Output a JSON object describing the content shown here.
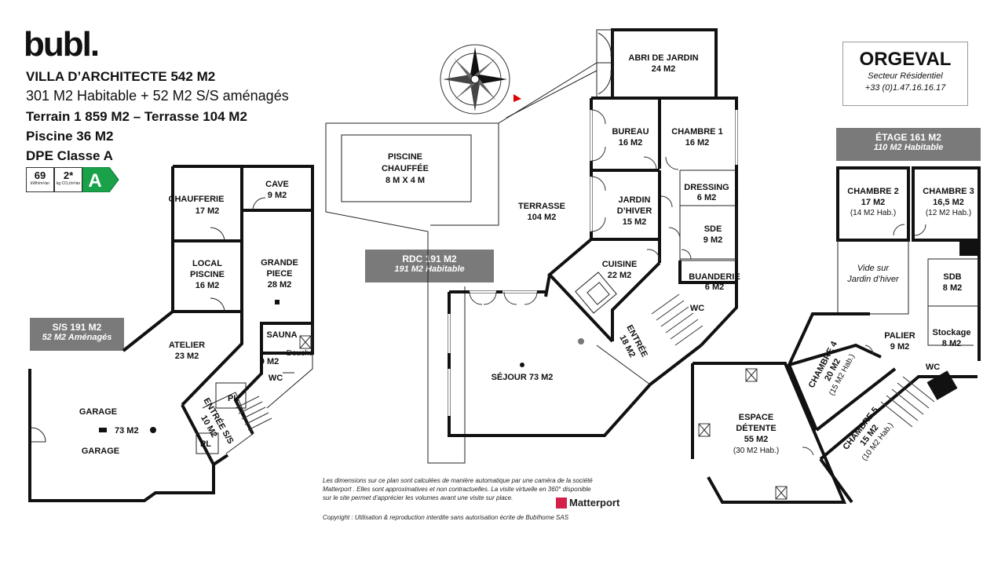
{
  "logo": "bubl.",
  "header": {
    "line1": "VILLA D’ARCHITECTE 542 M2",
    "line2": "301 M2 Habitable + 52 M2 S/S aménagés",
    "line3": "Terrain 1 859 M2 – Terrasse 104 M2",
    "line4": "Piscine 36 M2",
    "line5": "DPE Classe A"
  },
  "dpe": {
    "energy": "69",
    "energy_unit": "kWh/m²/an",
    "ges": "2*",
    "ges_unit": "kg CO₂/m²/an",
    "class": "A",
    "class_color": "#1aa24a"
  },
  "location": {
    "city": "ORGEVAL",
    "sector": "Secteur Résidentiel",
    "phone": "+33 (0)1.47.16.16.17"
  },
  "levels": {
    "ss": {
      "title": "S/S 191 M2",
      "sub": "52 M2 Aménagés"
    },
    "rdc": {
      "title": "RDC 191 M2",
      "sub": "191 M2 Habitable"
    },
    "etage": {
      "title": "ÉTAGE 161 M2",
      "sub": "110 M2 Habitable"
    }
  },
  "rooms": {
    "chaufferie": [
      "CHAUFFERIE",
      "17 M2"
    ],
    "cave": [
      "CAVE",
      "9 M2"
    ],
    "local": [
      "LOCAL",
      "PISCINE",
      "16 M2"
    ],
    "grande": [
      "GRANDE",
      "PIECE",
      "28 M2"
    ],
    "atelier": [
      "ATELIER",
      "23 M2"
    ],
    "sauna": "SAUNA",
    "sauna_area": "9 M2",
    "douche": "Douche",
    "wc": "WC",
    "pl": "PL",
    "garage": "GARAGE",
    "garage_area": "73 M2",
    "entree_ss": [
      "ENTRÉE S/S",
      "10 M2"
    ],
    "piscine": [
      "PISCINE",
      "CHAUFFÉE",
      "8 M X 4 M"
    ],
    "terrasse": [
      "TERRASSE",
      "104 M2"
    ],
    "abri": [
      "ABRI DE JARDIN",
      "24 M2"
    ],
    "bureau": [
      "BUREAU",
      "16 M2"
    ],
    "chambre1": [
      "CHAMBRE 1",
      "16 M2"
    ],
    "dressing": [
      "DRESSING",
      "6 M2"
    ],
    "jardin": [
      "JARDIN",
      "D’HIVER",
      "15 M2"
    ],
    "sde": [
      "SDE",
      "9 M2"
    ],
    "cuisine": [
      "CUISINE",
      "22 M2"
    ],
    "buanderie": [
      "BUANDERIE",
      "6 M2"
    ],
    "entree_rdc": [
      "ENTRÉE",
      "18 M2"
    ],
    "sejour": "SÉJOUR 73 M2",
    "chambre2": [
      "CHAMBRE 2",
      "17 M2",
      "(14 M2 Hab.)"
    ],
    "chambre3": [
      "CHAMBRE 3",
      "16,5 M2",
      "(12 M2 Hab.)"
    ],
    "vide": [
      "Vide sur",
      "Jardin d’hiver"
    ],
    "sdb": [
      "SDB",
      "8 M2"
    ],
    "palier": [
      "PALIER",
      "9 M2"
    ],
    "stockage": [
      "Stockage",
      "8 M2"
    ],
    "chambre4": [
      "CHAMBRE 4",
      "20 M2",
      "(15 M2 Hab.)"
    ],
    "chambre5": [
      "CHAMBRE 5",
      "15 M2",
      "(10 M2 Hab.)"
    ],
    "espace": [
      "ESPACE",
      "DÉTENTE",
      "55 M2",
      "(30 M2 Hab.)"
    ]
  },
  "disclaimer": {
    "l1": "Les dimensions sur ce plan sont calculées de manière automatique par une caméra de la société",
    "l2": "Matterport . Elles sont approximatives et non contractuelles. La visite virtuelle en 360° disponible",
    "l3": "sur le site permet d’apprécier les volumes avant une visite sur place.",
    "brand": "Matterport",
    "copyright": "Copyright : Utilisation & reproduction interdite sans autorisation écrite de BubIhome SAS"
  }
}
